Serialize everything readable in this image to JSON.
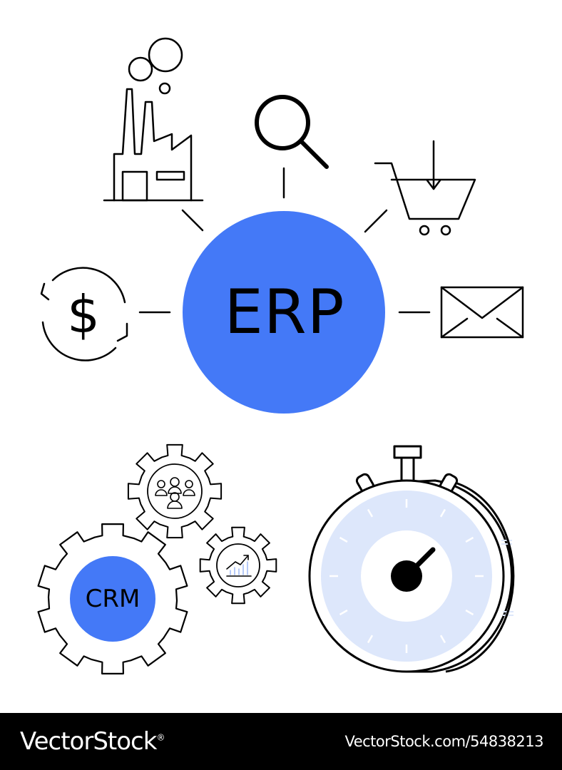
{
  "center": {
    "label": "ERP",
    "color": "#4479f7"
  },
  "gear": {
    "label": "CRM",
    "color": "#4479f7"
  },
  "stopwatch": {
    "face_color": "#dde7fb"
  },
  "icons": [
    "factory-icon",
    "search-icon",
    "shopping-cart-icon",
    "dollar-cycle-icon",
    "envelope-icon",
    "gears-icon",
    "stopwatch-icon"
  ],
  "watermark": {
    "brand": "VectorStock",
    "registered_mark": "®",
    "id": "VectorStock.com/54838213"
  }
}
